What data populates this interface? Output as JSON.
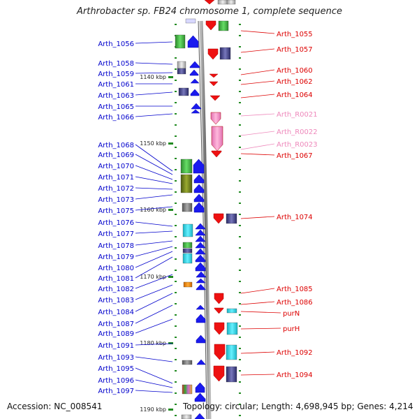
{
  "title": "Arthrobacter sp. FB24 chromosome 1, complete sequence",
  "footer": {
    "accession": "Accession: NC_008541",
    "topology": "Topology: circular; Length: 4,698,945 bp; Genes: 4,214"
  },
  "colors": {
    "left_labels": "#0000cc",
    "right_labels": "#dd0000",
    "rna_labels": "#ee88bb",
    "backbone": "#909090",
    "tick": "#228b22"
  },
  "kbp_labels": [
    "1140 kbp",
    "1150 kbp",
    "1160 kbp",
    "1170 kbp",
    "1180 kbp",
    "1190 kbp"
  ],
  "left_labels": [
    "Arth_1056",
    "Arth_1058",
    "Arth_1059",
    "Arth_1061",
    "Arth_1063",
    "Arth_1065",
    "Arth_1066",
    "Arth_1068",
    "Arth_1069",
    "Arth_1070",
    "Arth_1071",
    "Arth_1072",
    "Arth_1073",
    "Arth_1075",
    "Arth_1076",
    "Arth_1077",
    "Arth_1078",
    "Arth_1079",
    "Arth_1080",
    "Arth_1081",
    "Arth_1082",
    "Arth_1083",
    "Arth_1084",
    "Arth_1087",
    "Arth_1089",
    "Arth_1091",
    "Arth_1093",
    "Arth_1095",
    "Arth_1096",
    "Arth_1097"
  ],
  "right_labels": [
    "Arth_1055",
    "Arth_1057",
    "Arth_1060",
    "Arth_1062",
    "Arth_1064",
    "Arth_R0021",
    "Arth_R0022",
    "Arth_R0023",
    "Arth_1067",
    "Arth_1074",
    "Arth_1085",
    "Arth_1086",
    "purN",
    "purH",
    "Arth_1092",
    "Arth_1094"
  ]
}
